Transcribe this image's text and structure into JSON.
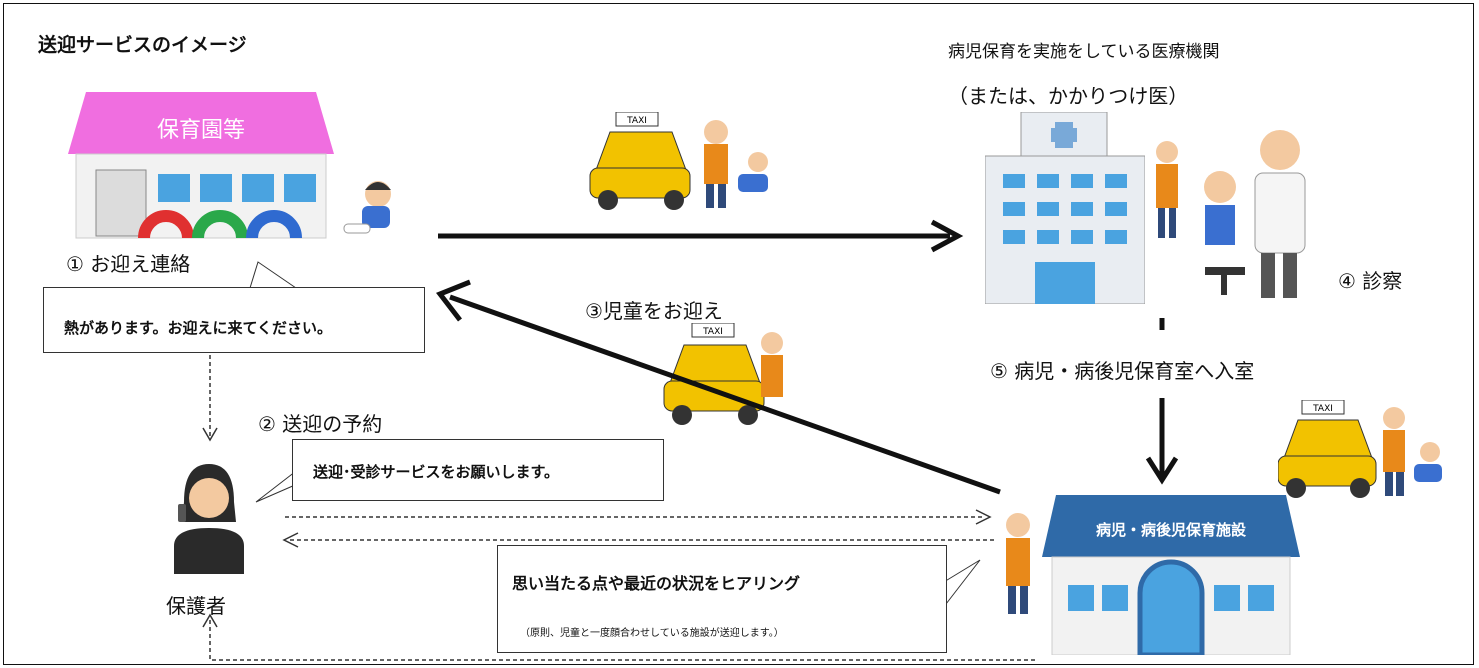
{
  "title": "送迎サービスのイメージ",
  "daycare": {
    "sign": "保育園等"
  },
  "hospital": {
    "name": "病児保育を実施をしている医療機関",
    "alt": "（または、かかりつけ医）"
  },
  "facility": {
    "sign": "病児・病後児保育施設"
  },
  "guardian": {
    "label": "保護者"
  },
  "taxi_sign": "TAXI",
  "steps": {
    "s1": "①  お迎え連絡",
    "s2": "②  送迎の予約",
    "s3": "③児童をお迎え",
    "s4": "④  診察",
    "s5": "⑤  病児・病後児保育室へ入室"
  },
  "bubbles": {
    "fever": "熱があります。お迎えに来てください。",
    "reserve": "送迎･受診サービスをお願いします。",
    "hearing": "思い当たる点や最近の状況をヒアリング",
    "hearing_note": "（原則、児童と一度顔合わせしている施設が送迎します。）"
  },
  "colors": {
    "daycare_roof": "#f06ee0",
    "facility_roof": "#2f6aa8",
    "taxi": "#f2c200",
    "window": "#4aa3e0"
  }
}
